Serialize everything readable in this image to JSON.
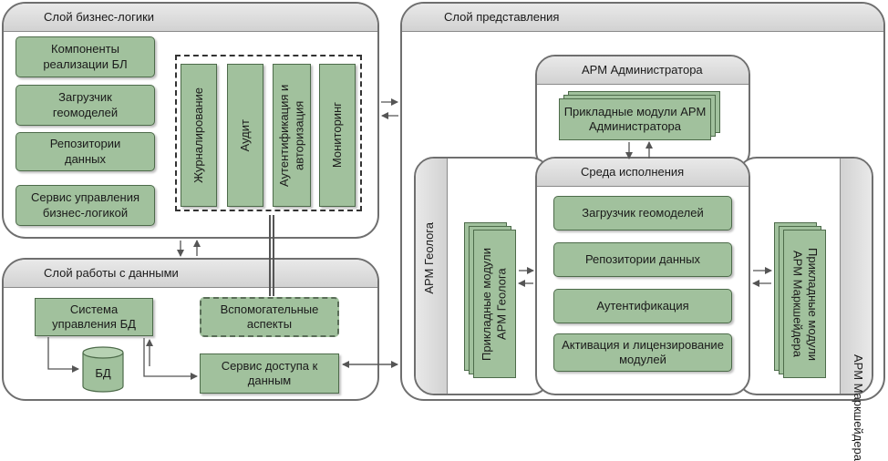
{
  "business_layer": {
    "title": "Слой бизнес-логики",
    "components": [
      "Компоненты реализации БЛ",
      "Загрузчик геомоделей",
      "Репозитории данных",
      "Сервис управления бизнес-логикой"
    ],
    "crosscutting": [
      "Журналирование",
      "Аудит",
      "Аутентификация и авторизация",
      "Мониторинг"
    ]
  },
  "data_layer": {
    "title": "Слой работы с данными",
    "dbms": "Система управления БД",
    "db": "БД",
    "auxiliary": "Вспомогательные аспекты",
    "data_access": "Сервис доступа к данным"
  },
  "presentation_layer": {
    "title": "Слой представления",
    "admin": {
      "title": "АРМ Администратора",
      "modules": "Прикладные модули АРМ Администратора"
    },
    "runtime": {
      "title": "Среда исполнения",
      "items": [
        "Загрузчик геомоделей",
        "Репозитории данных",
        "Аутентификация",
        "Активация и лицензирование модулей"
      ]
    },
    "geologist": {
      "title": "АРМ Геолога",
      "modules": "Прикладные модули АРМ Геолога"
    },
    "surveyor": {
      "title": "АРМ Маркшейдера",
      "modules": "Прикладные модули АРМ Маркшейдера"
    }
  },
  "colors": {
    "box_fill": "#a1c19d",
    "box_border": "#4d6b4a",
    "layer_border": "#6f6f6f",
    "arrow": "#555555"
  }
}
